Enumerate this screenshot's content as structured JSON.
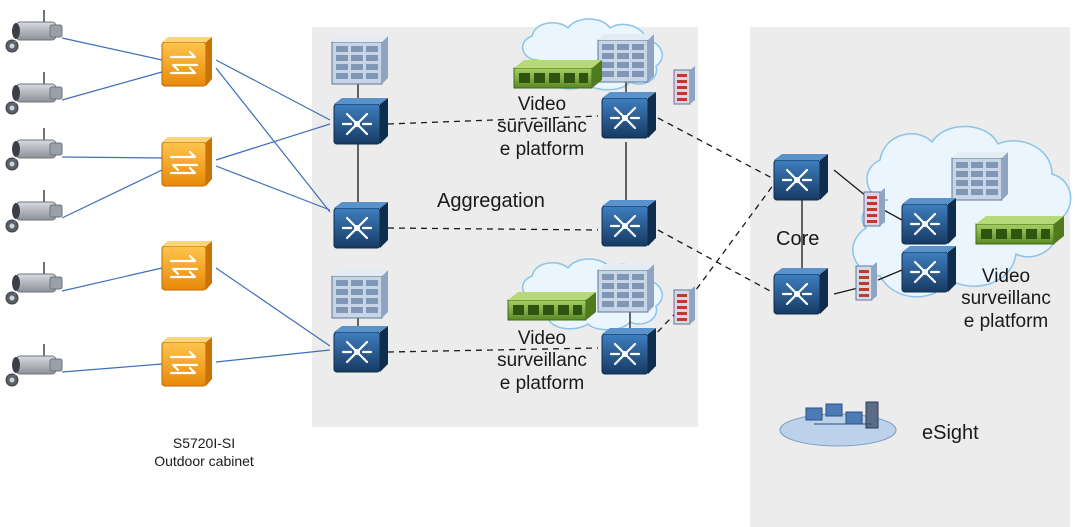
{
  "labels": {
    "aggregation": "Aggregation",
    "core": "Core",
    "esight": "eSight",
    "outdoor_model": "S5720I-SI",
    "outdoor_cabinet": "Outdoor cabinet",
    "platform_top": [
      "Video",
      "surveillanc",
      "e platform"
    ],
    "platform_bottom": [
      "Video",
      "surveillanc",
      "e platform"
    ],
    "platform_right": [
      "Video",
      "surveillanc",
      "e platform"
    ]
  },
  "colors": {
    "zone_bg": "#ececec",
    "link_solid": "#3d6fb6",
    "link_dashed": "#1a1a1a",
    "switch_body": "#1f4e79",
    "cabinet": "#f4a21a",
    "cloud": "#eaf5fd",
    "storage": "#7fb040",
    "firewall": "#c0392b"
  },
  "icons": {
    "camera": "ip-camera-icon",
    "cabinet": "outdoor-cabinet-switch-icon",
    "switch": "network-switch-icon",
    "server": "server-rack-icon",
    "storage": "storage-array-icon",
    "firewall": "firewall-icon",
    "cloud": "cloud-icon",
    "esight": "esight-network-management-icon"
  }
}
